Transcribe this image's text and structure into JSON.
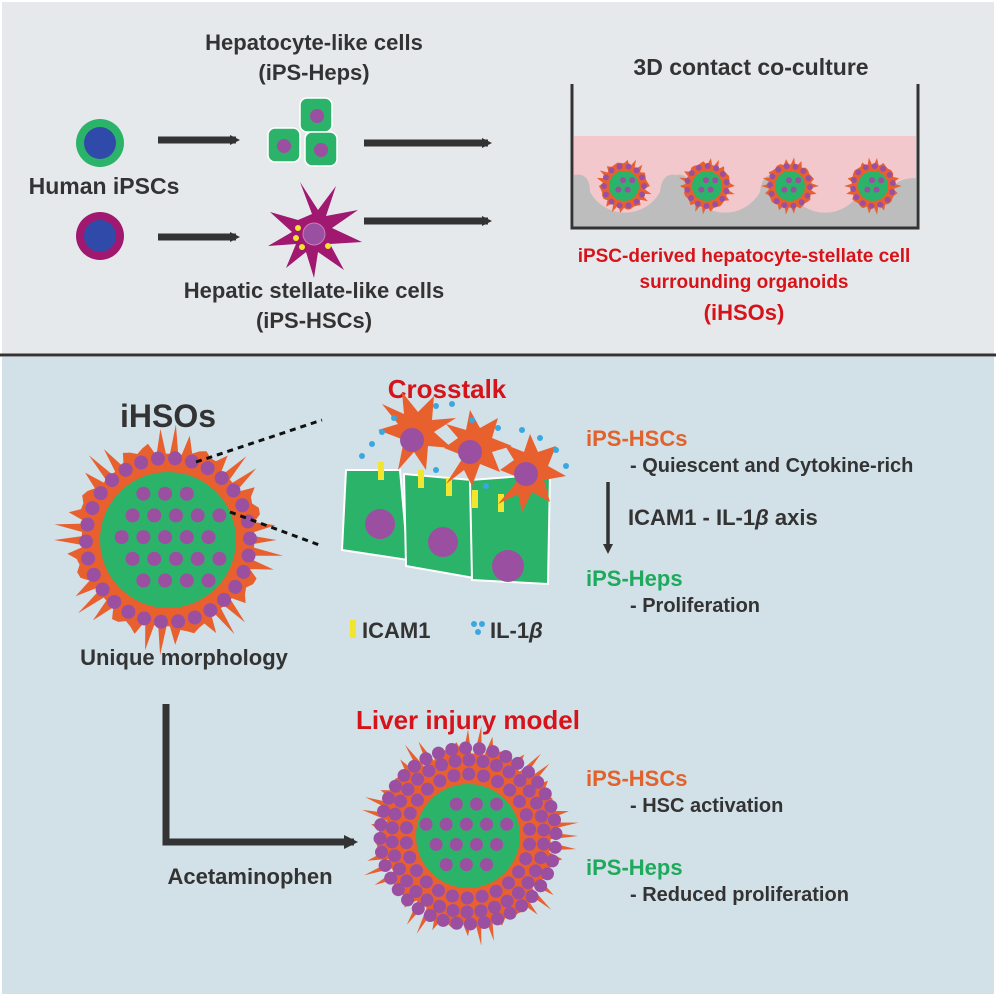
{
  "colors": {
    "top_panel_bg": "#e6e9ec",
    "bottom_panel_bg": "#d2e0e8",
    "dark_text": "#333333",
    "red_text": "#d7131a",
    "orange_text": "#e2622c",
    "green_text": "#1fa95c",
    "hepatocyte_green": "#2bb36a",
    "stellate_orange": "#e8602e",
    "nucleus_purple": "#9b4fa0",
    "ipsc_nucleus_blue": "#2f4aa8",
    "hsc_magenta": "#a0186f",
    "icam1_yellow": "#f2e52f",
    "il1b_blue": "#3aa8e0",
    "medium_pink": "#f2c8cc",
    "plate_gray": "#bdbdbd"
  },
  "top": {
    "heps_title": "Hepatocyte-like cells",
    "heps_sub": "(iPS-Heps)",
    "human_ipscs": "Human iPSCs",
    "hsc_title": "Hepatic stellate-like cells",
    "hsc_sub": "(iPS-HSCs)",
    "coculture_title": "3D contact co-culture",
    "ihso_line1": "iPSC-derived hepatocyte-stellate cell",
    "ihso_line2": "surrounding organoids",
    "ihso_abbr": "(iHSOs)"
  },
  "bottom": {
    "ihsos_title": "iHSOs",
    "unique_morphology": "Unique morphology",
    "crosstalk_title": "Crosstalk",
    "legend_icam1": "ICAM1",
    "legend_il1b_prefix": "IL-1",
    "legend_il1b_beta": "β",
    "hsc_label": "iPS-HSCs",
    "hsc_desc": "- Quiescent and Cytokine-rich",
    "axis_prefix": "ICAM1 - IL-1",
    "axis_beta": "β",
    "axis_suffix": " axis",
    "heps_label": "iPS-Heps",
    "heps_desc": "- Proliferation",
    "injury_title": "Liver injury model",
    "acetaminophen": "Acetaminophen",
    "injury_hsc_label": "iPS-HSCs",
    "injury_hsc_desc": "- HSC activation",
    "injury_heps_label": "iPS-Heps",
    "injury_heps_desc": "- Reduced proliferation"
  }
}
